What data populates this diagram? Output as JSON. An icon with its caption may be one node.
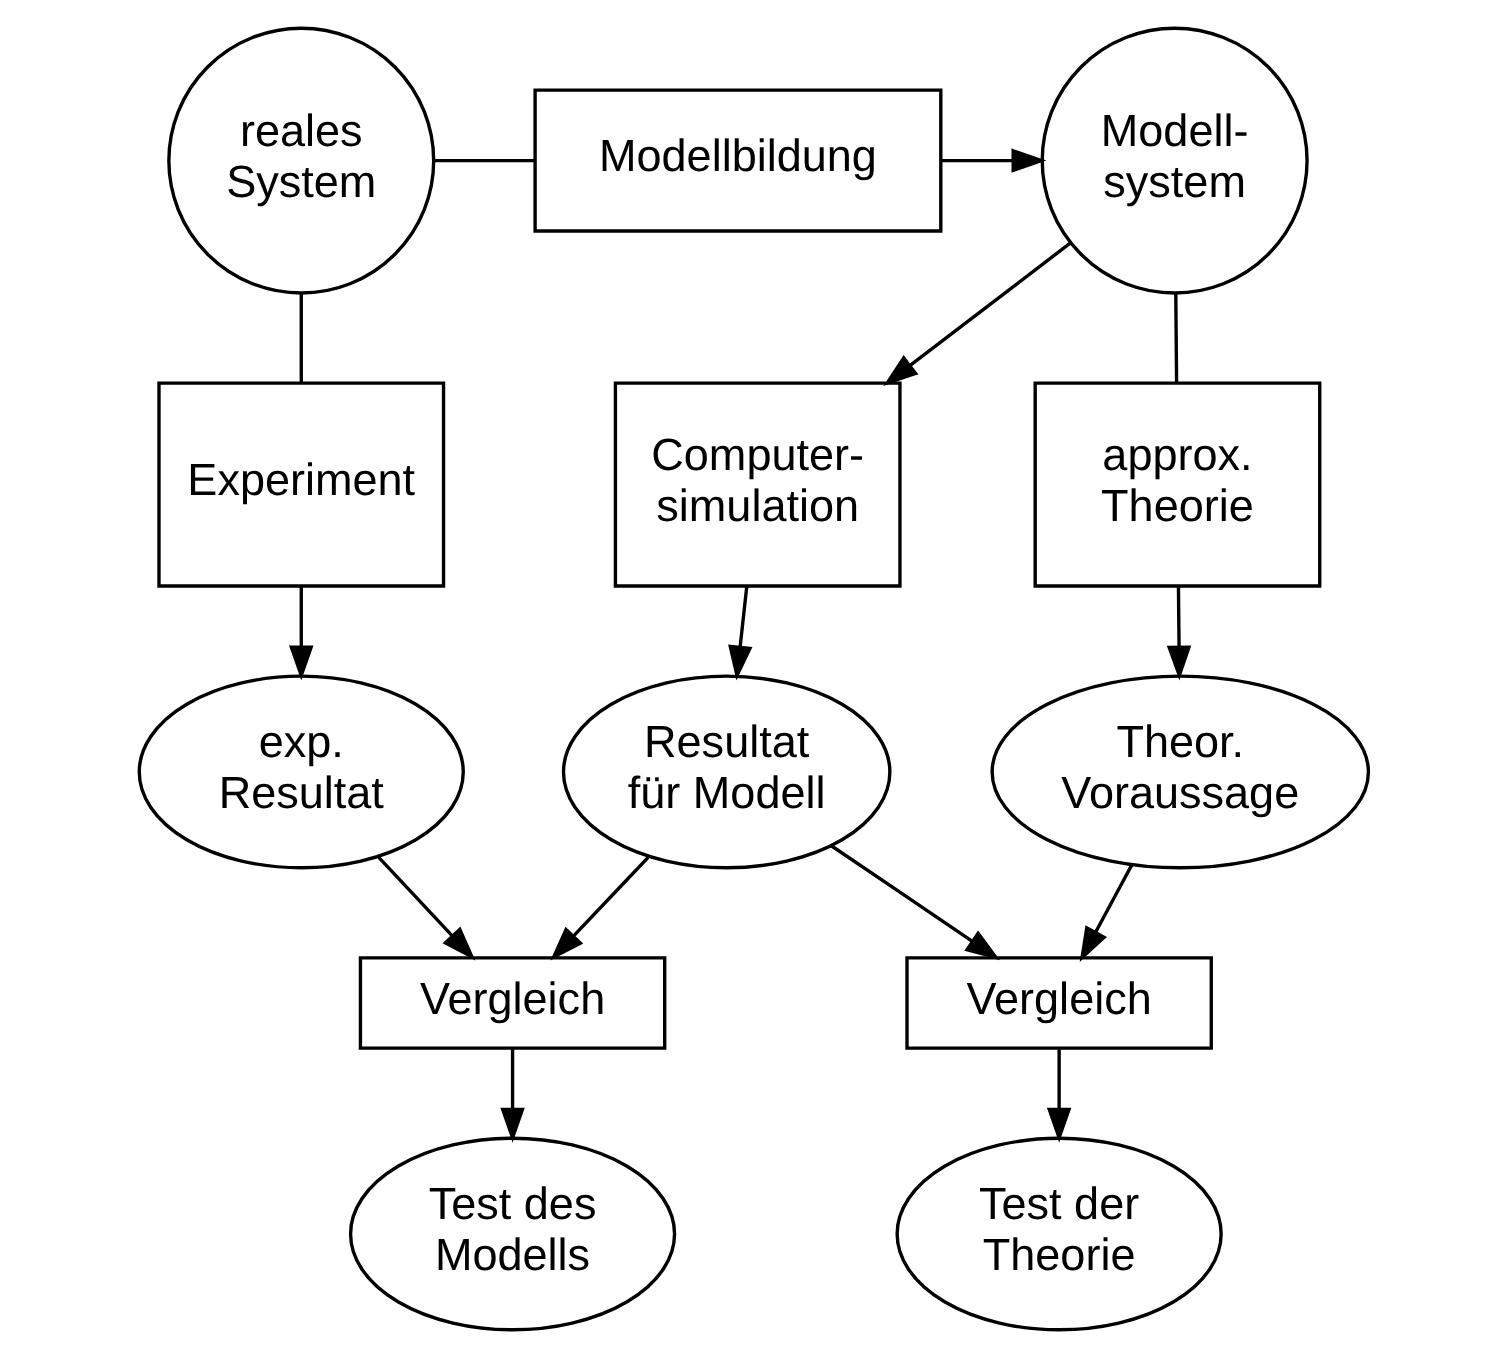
{
  "diagram": {
    "nodes": [
      {
        "text": [
          "reales System"
        ]
      },
      {
        "text": [
          "Modellbildung"
        ]
      },
      {
        "text": [
          "Modell- system"
        ]
      },
      {
        "text": [
          "Experiment"
        ]
      },
      {
        "text": [
          "Computer- simulation"
        ]
      },
      {
        "text": [
          "approx. Theorie"
        ]
      },
      {
        "text": [
          "exp. Resultat"
        ]
      },
      {
        "text": [
          "Resultat für Modell"
        ]
      },
      {
        "text": [
          "Theor. Voraussage"
        ]
      },
      {
        "text": [
          "Vergleich"
        ]
      },
      {
        "text": [
          "Vergleich"
        ]
      },
      {
        "text": [
          "Test des Modells"
        ]
      },
      {
        "text": [
          "Test der Theorie"
        ]
      }
    ],
    "edges": [
      {
        "from": 0,
        "to": 1,
        "arrow": "none"
      },
      {
        "from": 1,
        "to": 2,
        "arrow": "to"
      },
      {
        "from": 0,
        "to": 3,
        "arrow": "none"
      },
      {
        "from": 2,
        "to": 4,
        "arrow": "to"
      },
      {
        "from": 2,
        "to": 5,
        "arrow": "none"
      },
      {
        "from": 3,
        "to": 6,
        "arrow": "to"
      },
      {
        "from": 4,
        "to": 7,
        "arrow": "to"
      },
      {
        "from": 5,
        "to": 8,
        "arrow": "to"
      },
      {
        "from": 6,
        "to": 9,
        "arrow": "to"
      },
      {
        "from": 7,
        "to": 9,
        "arrow": "to"
      },
      {
        "from": 7,
        "to": 10,
        "arrow": "to"
      },
      {
        "from": 8,
        "to": 10,
        "arrow": "to"
      },
      {
        "from": 9,
        "to": 11,
        "arrow": "to"
      },
      {
        "from": 10,
        "to": 12,
        "arrow": "to"
      }
    ]
  }
}
